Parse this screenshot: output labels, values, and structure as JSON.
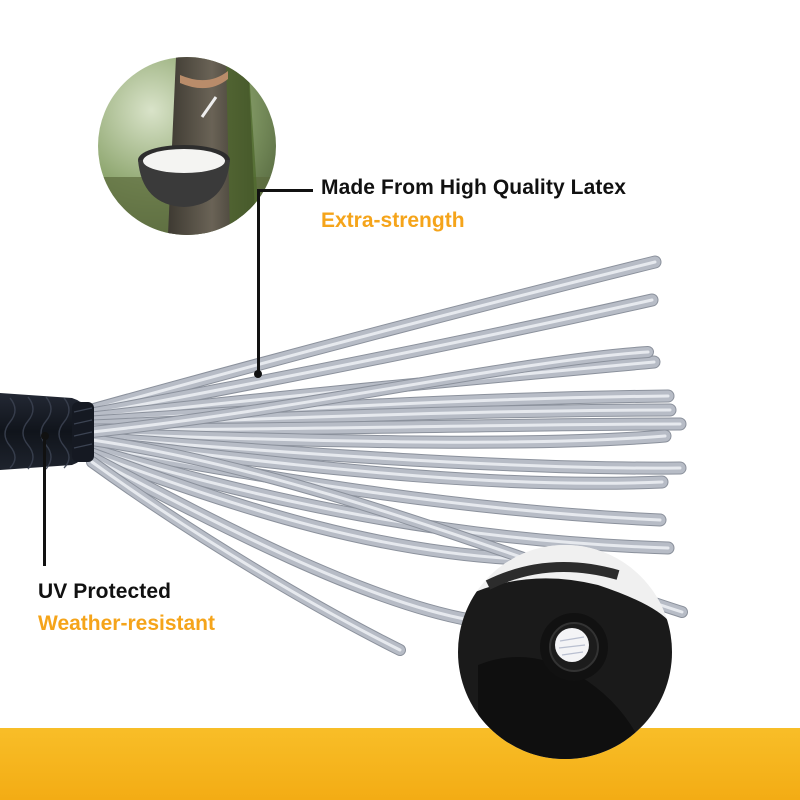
{
  "colors": {
    "accent": "#f5a41a",
    "band": "#f8b81c",
    "text": "#111111",
    "strand": "#b7bcc6",
    "handle": "#1b2029"
  },
  "callouts": [
    {
      "title": "Made From High Quality Latex",
      "subtitle": "Extra-strength"
    },
    {
      "title": "UV  Protected",
      "subtitle": "Weather-resistant"
    }
  ],
  "images": [
    {
      "name": "latex-tapping-photo"
    },
    {
      "name": "end-cap-closeup-photo"
    },
    {
      "name": "flogger-product-photo"
    }
  ]
}
